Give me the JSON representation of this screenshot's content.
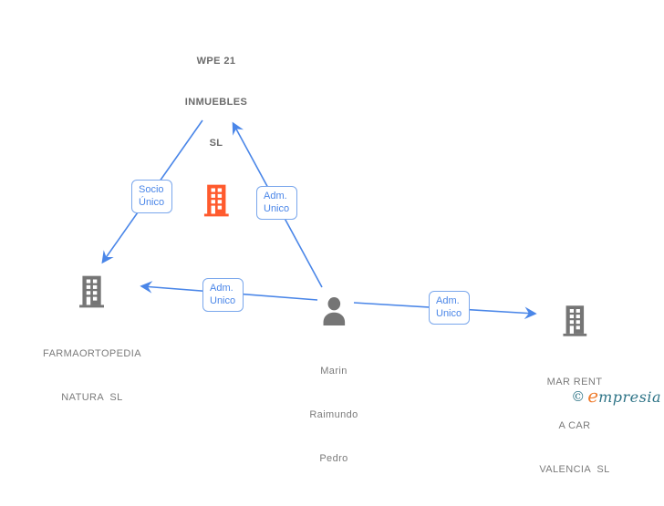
{
  "colors": {
    "focus-orange": "#ff5a2d",
    "entity-gray": "#757575",
    "label-gray": "#7b7b7b",
    "edge-blue": "#4a86e8",
    "edge-box-border": "#7aa7ec",
    "logo-teal": "#2e7487",
    "logo-orange": "#ef7d2f"
  },
  "diagram": {
    "nodes": {
      "wpe21": {
        "name": "WPE 21 INMUEBLES SL",
        "type": "company",
        "highlighted": true,
        "lines": [
          "WPE 21",
          "INMUEBLES",
          "SL"
        ]
      },
      "farmaortopedia": {
        "name": "FARMAORTOPEDIA NATURA SL",
        "type": "company",
        "highlighted": false,
        "lines": [
          "FARMAORTOPEDIA",
          "NATURA  SL"
        ]
      },
      "marin": {
        "name": "Marin Raimundo Pedro",
        "type": "person",
        "lines": [
          "Marin",
          "Raimundo",
          "Pedro"
        ]
      },
      "marrent": {
        "name": "MAR RENT A CAR VALENCIA SL",
        "type": "company",
        "highlighted": false,
        "lines": [
          "MAR RENT",
          "A CAR",
          "VALENCIA  SL"
        ]
      }
    },
    "edges": [
      {
        "from": "wpe21",
        "to": "farmaortopedia",
        "role": "Socio Único",
        "lines": [
          "Socio",
          "Único"
        ]
      },
      {
        "from": "marin",
        "to": "wpe21",
        "role": "Adm. Unico",
        "lines": [
          "Adm.",
          "Unico"
        ]
      },
      {
        "from": "marin",
        "to": "farmaortopedia",
        "role": "Adm. Unico",
        "lines": [
          "Adm.",
          "Unico"
        ]
      },
      {
        "from": "marin",
        "to": "marrent",
        "role": "Adm. Unico",
        "lines": [
          "Adm.",
          "Unico"
        ]
      }
    ]
  },
  "watermark": {
    "copyright": "©",
    "brand_initial": "e",
    "brand_rest": "mpresia"
  }
}
